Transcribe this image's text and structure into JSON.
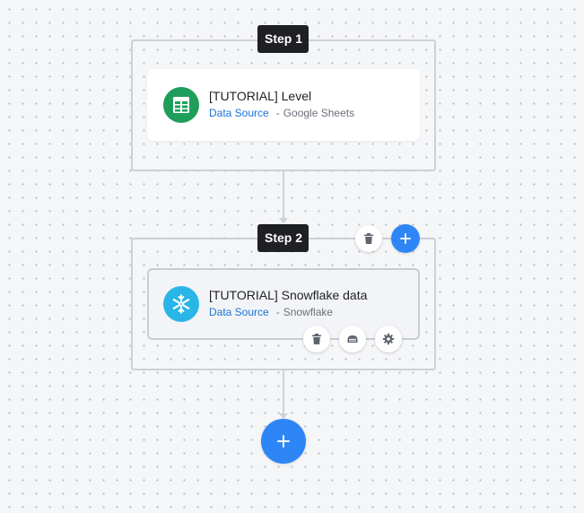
{
  "steps": [
    {
      "label": "Step 1",
      "card": {
        "title": "[TUTORIAL] Level",
        "type": "Data Source",
        "separator": "-",
        "provider": "Google Sheets",
        "icon": "google-sheets-icon",
        "icon_color": "#1e9d5b"
      }
    },
    {
      "label": "Step 2",
      "card": {
        "title": "[TUTORIAL] Snowflake data",
        "type": "Data Source",
        "separator": "-",
        "provider": "Snowflake",
        "icon": "snowflake-icon",
        "icon_color": "#29b5e8"
      },
      "actions": [
        "trash-icon",
        "plus-icon"
      ],
      "card_actions": [
        "trash-icon",
        "storage-icon",
        "gear-icon"
      ]
    }
  ],
  "add_step": {
    "icon": "plus-icon"
  },
  "colors": {
    "accent": "#2e86f6",
    "link": "#1a73d9",
    "label_bg": "#1f2023",
    "frame_border": "#cdd0d7",
    "canvas_bg": "#f5f6f8"
  }
}
